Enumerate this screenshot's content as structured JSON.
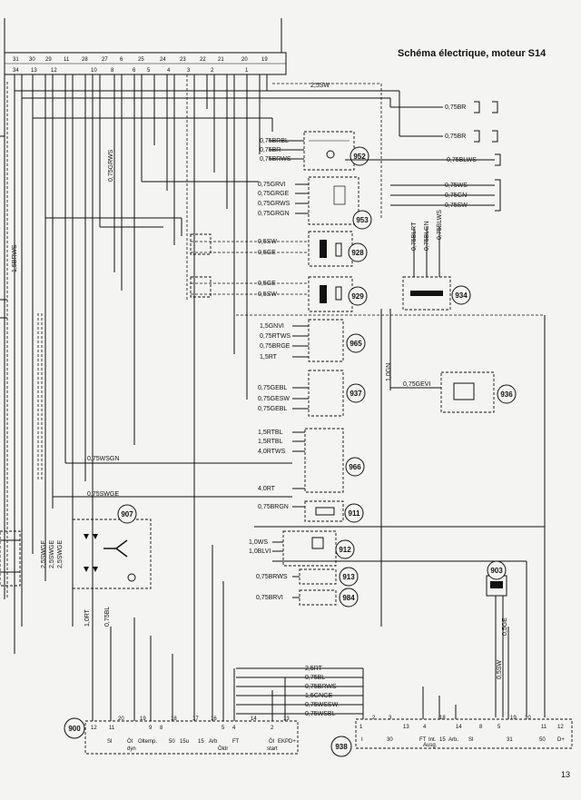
{
  "header": {
    "title": "Schéma électrique, moteur S14"
  },
  "page_number": "13",
  "top_connector": {
    "upper_pins": [
      "31",
      "30",
      "29",
      "11",
      "28",
      "27",
      "6",
      "25",
      "24",
      "23",
      "22",
      "21",
      "20",
      "19"
    ],
    "lower_pins": [
      "34",
      "13",
      "12",
      "10",
      "8",
      "6",
      "5",
      "4",
      "3",
      "2",
      "1"
    ]
  },
  "top_labels": {
    "shield": "2,5SW",
    "left_vertical_1": "0,75GRWS",
    "left_vertical_2": "1,5BRWS"
  },
  "components": [
    {
      "id": "952",
      "wires": [
        "0,75BRBL",
        "0,75BR",
        "0,75BRWS"
      ]
    },
    {
      "id": "953",
      "wires": [
        "0,75GRVI",
        "0,75GRGE",
        "0,75GRWS",
        "0,75GRGN"
      ]
    },
    {
      "id": "928",
      "wires": [
        "0,5SW",
        "0,5GE"
      ]
    },
    {
      "id": "929",
      "wires": [
        "0,5GE",
        "0,5SW"
      ]
    },
    {
      "id": "965",
      "wires": [
        "1,5GNVI",
        "0,75RTWS",
        "0,75BRGE",
        "1,5RT"
      ]
    },
    {
      "id": "937",
      "wires": [
        "0,75GEBL",
        "0,75GESW",
        "0,75GEBL"
      ]
    },
    {
      "id": "966",
      "wires": [
        "1,5RTBL",
        "1,5RTBL",
        "4,0RTWS",
        "4,0RT"
      ]
    },
    {
      "id": "911",
      "wires": [
        "0,75BRGN"
      ]
    },
    {
      "id": "912",
      "wires": [
        "1,0WS",
        "1,0BLVI"
      ]
    },
    {
      "id": "913",
      "wires": [
        "0,75BRWS"
      ]
    },
    {
      "id": "984",
      "wires": [
        "0,75BRVI"
      ]
    },
    {
      "id": "907",
      "wires": [
        "2,5SWGE",
        "2,5SWGE",
        "2,5SWGE"
      ]
    },
    {
      "id": "934",
      "wires": [
        "0,75BLRT",
        "0,75BLGN",
        "0,75BLWS"
      ]
    },
    {
      "id": "936",
      "wires": [
        "0,75GEVI"
      ]
    },
    {
      "id": "903",
      "wires": [
        "0,5SW",
        "0,5GE"
      ]
    }
  ],
  "right_connectors": {
    "top": [
      "0,75BR",
      "0,75BR"
    ],
    "mid": [
      "0,75BLWS"
    ],
    "lower": [
      "0,75WS",
      "0,75GN",
      "0,75SW"
    ]
  },
  "mid_labels": {
    "wsgn": "0,75WSGN",
    "swge": "0,75SWGE",
    "gn": "1,0GN",
    "rt": "1,0RT",
    "bl": "0,75BL"
  },
  "bottom_bus": [
    "2,5RT",
    "0,75BL",
    "0,75BRWS",
    "1,5GNGE",
    "0,75WSSW",
    "0,75WSBL"
  ],
  "connector_900": {
    "id": "900",
    "pins": [
      "12",
      "11",
      "20",
      "19",
      "9",
      "8",
      "18",
      "17",
      "16",
      "5",
      "4",
      "14",
      "2",
      "13"
    ],
    "labels": [
      "Sl",
      "Öl",
      "Oltemp.",
      "dyn",
      "50",
      "15u",
      "15",
      "Arb",
      "Öldr",
      "FT",
      "Öl",
      "start",
      "EKP",
      "D+"
    ]
  },
  "connector_938": {
    "id": "938",
    "pins": [
      "1",
      "2",
      "3",
      "13",
      "4",
      "18",
      "14",
      "8",
      "5",
      "19",
      "10",
      "11",
      "12"
    ],
    "labels": [
      "I",
      "30",
      "FT",
      "Int.",
      "Ausg.",
      "15",
      "Arb.",
      "Sl",
      "31",
      "50",
      "D+"
    ]
  }
}
